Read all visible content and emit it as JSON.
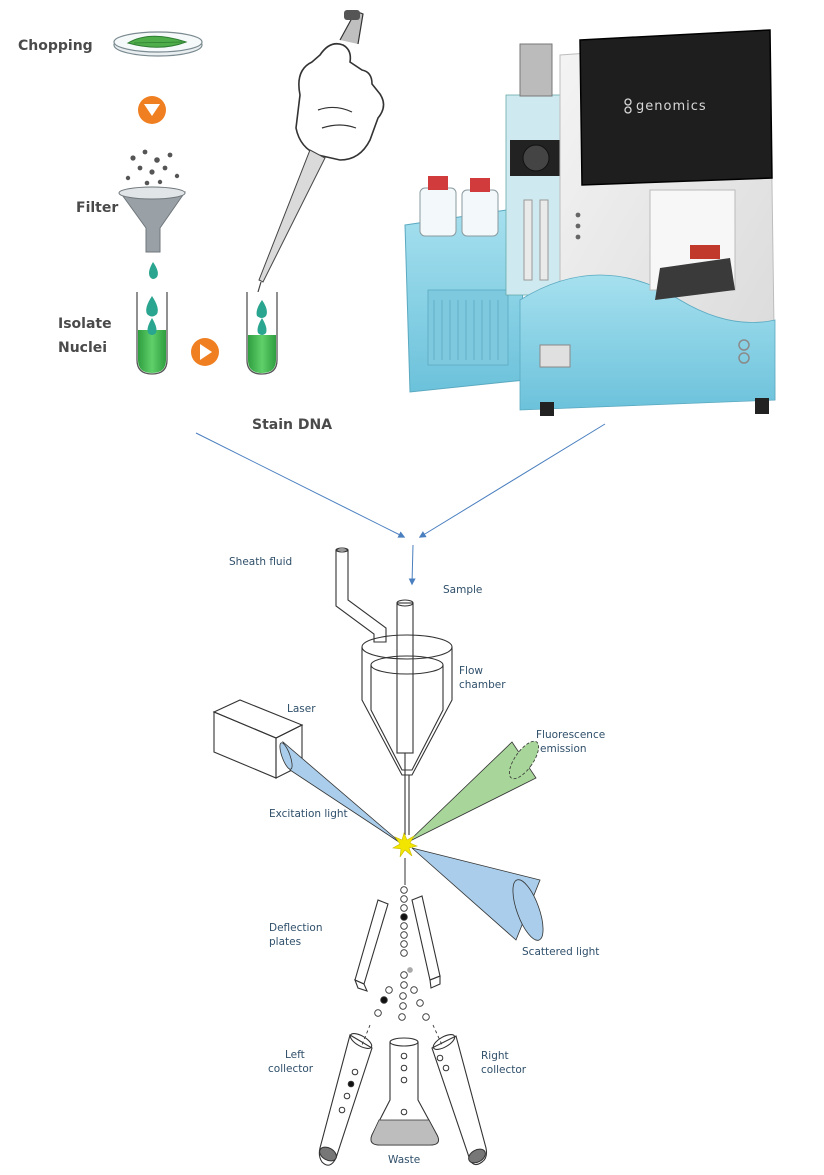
{
  "prep_steps": {
    "chopping": "Chopping",
    "filter": "Filter",
    "isolate_line1": "Isolate",
    "isolate_line2": "Nuclei",
    "stain": "Stain DNA"
  },
  "instrument": {
    "brand": "genomics"
  },
  "labels": {
    "sheath_fluid": "Sheath fluid",
    "sample": "Sample",
    "flow_chamber_line1": "Flow",
    "flow_chamber_line2": "chamber",
    "laser": "Laser",
    "fluorescence_line1": "Fluorescence",
    "fluorescence_line2": "emission",
    "excitation": "Excitation light",
    "deflection_line1": "Deflection",
    "deflection_line2": "plates",
    "scattered": "Scattered light",
    "left_line1": "Left",
    "left_line2": "collector",
    "right_line1": "Right",
    "right_line2": "collector",
    "waste": "Waste"
  },
  "colors": {
    "arrow_orange": "#f07f22",
    "nuclei_green": "#3cb44a",
    "droplet_teal": "#2aa58f",
    "instrument_blue": "#8fd3e6",
    "excitation_blue": "#a9cdea",
    "fluorescence_green": "#a8d59a",
    "connector_blue": "#4a7fbf",
    "spark_yellow": "#f2e600"
  }
}
